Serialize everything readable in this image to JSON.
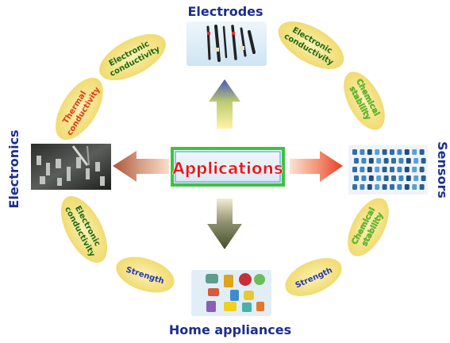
{
  "diagram": {
    "center_label": "Applications",
    "nodes": {
      "top": "Electrodes",
      "left": "Electronics",
      "right": "Sensors",
      "bottom": "Home appliances"
    },
    "properties": [
      {
        "id": "prop-electronic-conductivity-top-left",
        "lines": [
          "Electronic",
          "conductivity"
        ]
      },
      {
        "id": "prop-thermal-conductivity",
        "lines": [
          "Thermal",
          "conductivity"
        ]
      },
      {
        "id": "prop-electronic-conductivity-top-right",
        "lines": [
          "Electronic",
          "conductivity"
        ]
      },
      {
        "id": "prop-chemical-stability-top-right",
        "lines": [
          "Chemical",
          "stability"
        ]
      },
      {
        "id": "prop-electronic-conductivity-bottom-left",
        "lines": [
          "Electronic",
          "conductivity"
        ]
      },
      {
        "id": "prop-strength-bottom-left",
        "lines": [
          "Strength"
        ]
      },
      {
        "id": "prop-chemical-stability-bottom-right",
        "lines": [
          "Chemical",
          "stability"
        ]
      },
      {
        "id": "prop-strength-bottom-right",
        "lines": [
          "Strength"
        ]
      }
    ],
    "colors": {
      "node_label": "#1c2e8c",
      "center_text": "#e8161c",
      "center_border": "#3fc23f",
      "ellipse_fill": "#f4e38a",
      "green_text": "#1c6b12",
      "red_text": "#e03a10",
      "lime_text": "#5fd12a",
      "blue_text": "#2438a8"
    }
  }
}
